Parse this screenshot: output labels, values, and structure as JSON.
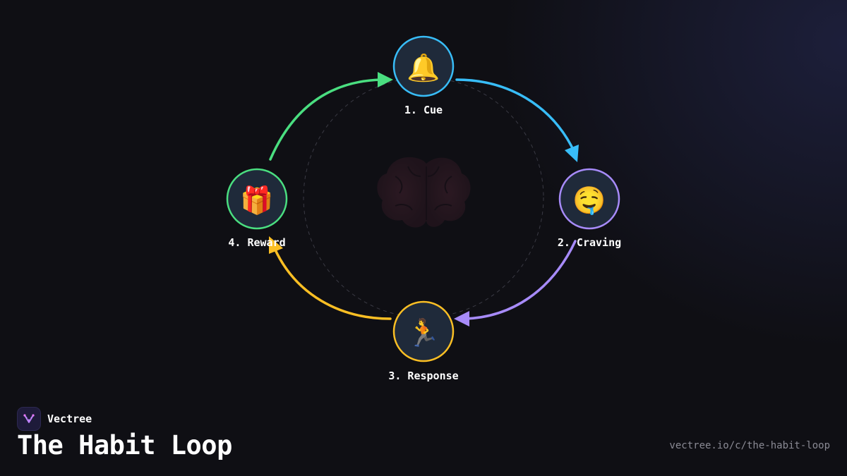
{
  "brand": {
    "name": "Vectree"
  },
  "title": "The Habit Loop",
  "url": "vectree.io/c/the-habit-loop",
  "center_icon": "brain-icon",
  "background": "#0f0f14",
  "nodes": [
    {
      "id": "cue",
      "label": "1. Cue",
      "icon": "bell-icon",
      "emoji": "🔔",
      "color": "#38bdf8"
    },
    {
      "id": "craving",
      "label": "2. Craving",
      "icon": "drooling-face-icon",
      "emoji": "🤤",
      "color": "#a78bfa"
    },
    {
      "id": "response",
      "label": "3. Response",
      "icon": "running-person-icon",
      "emoji": "🏃",
      "color": "#fbbf24"
    },
    {
      "id": "reward",
      "label": "4. Reward",
      "icon": "gift-icon",
      "emoji": "🎁",
      "color": "#4ade80"
    }
  ],
  "edges": [
    {
      "from": "cue",
      "to": "craving",
      "color": "#38bdf8"
    },
    {
      "from": "craving",
      "to": "response",
      "color": "#a78bfa"
    },
    {
      "from": "response",
      "to": "reward",
      "color": "#fbbf24"
    },
    {
      "from": "reward",
      "to": "cue",
      "color": "#4ade80"
    }
  ]
}
